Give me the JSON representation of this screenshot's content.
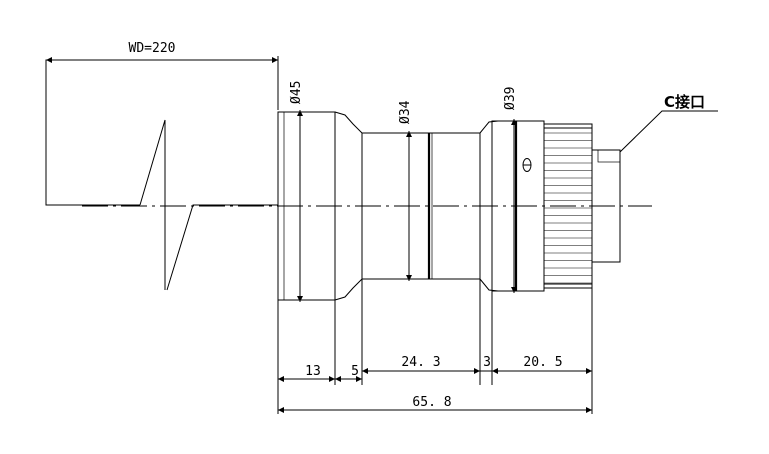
{
  "drawing": {
    "working_distance": "WD=220",
    "diameters": {
      "front": "Ø45",
      "middle": "Ø34",
      "rear": "Ø39"
    },
    "mount_label": "C接口",
    "lengths": {
      "front_barrel": "13",
      "taper": "5",
      "waist": "24. 3",
      "step": "3",
      "focus_ring": "20. 5",
      "total": "65. 8"
    }
  }
}
